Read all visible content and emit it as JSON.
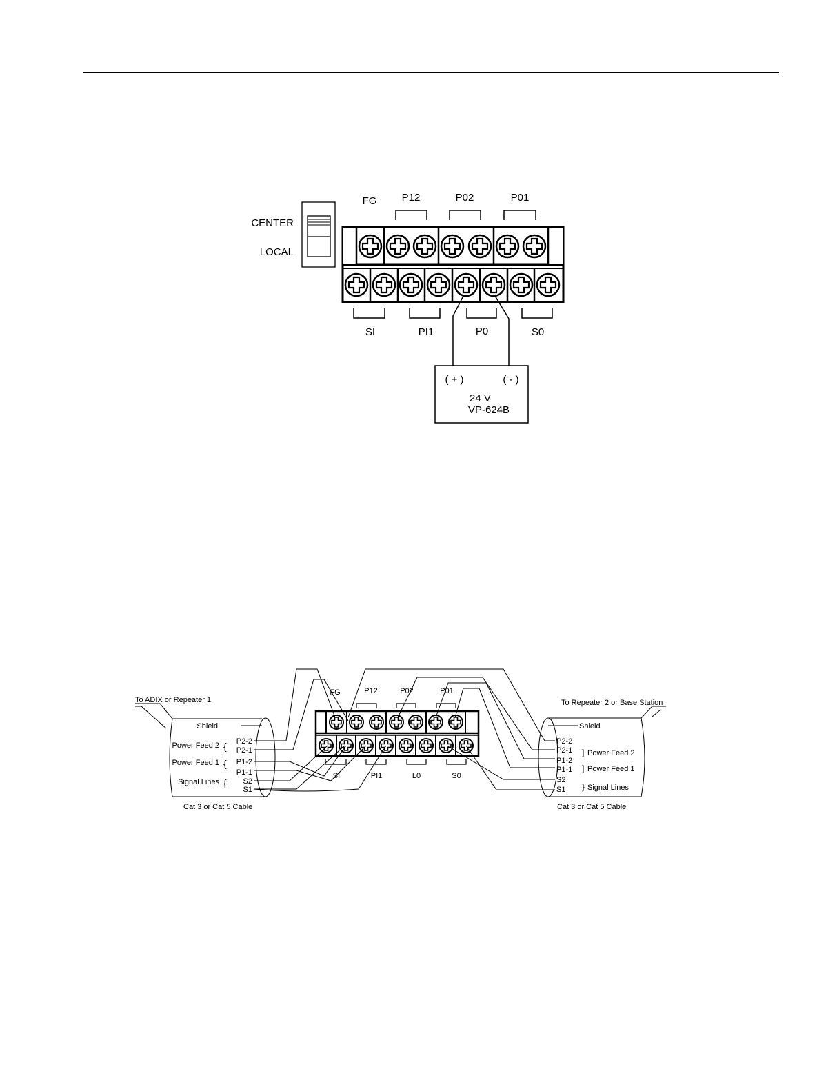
{
  "diagram1": {
    "switch_labels": [
      "CENTER",
      "LOCAL"
    ],
    "top_groups": [
      "FG",
      "P12",
      "P02",
      "P01"
    ],
    "bottom_groups": [
      "SI",
      "PI1",
      "P0",
      "S0"
    ],
    "supply": {
      "plus": "( + )",
      "minus": "( - )",
      "voltage": "24 V",
      "model": "VP-624B"
    }
  },
  "diagram2": {
    "left_title": "To ADIX or Repeater 1",
    "right_title": "To Repeater 2 or Base Station",
    "top_groups": [
      "FG",
      "P12",
      "P02",
      "P01"
    ],
    "bottom_groups": [
      "SI",
      "PI1",
      "L0",
      "S0"
    ],
    "shield": "Shield",
    "wires": [
      "P2-2",
      "P2-1",
      "P1-2",
      "P1-1",
      "S2",
      "S1"
    ],
    "groups": [
      "Power Feed 2",
      "Power Feed 1",
      "Signal Lines"
    ],
    "cable": "Cat 3 or Cat 5 Cable"
  }
}
